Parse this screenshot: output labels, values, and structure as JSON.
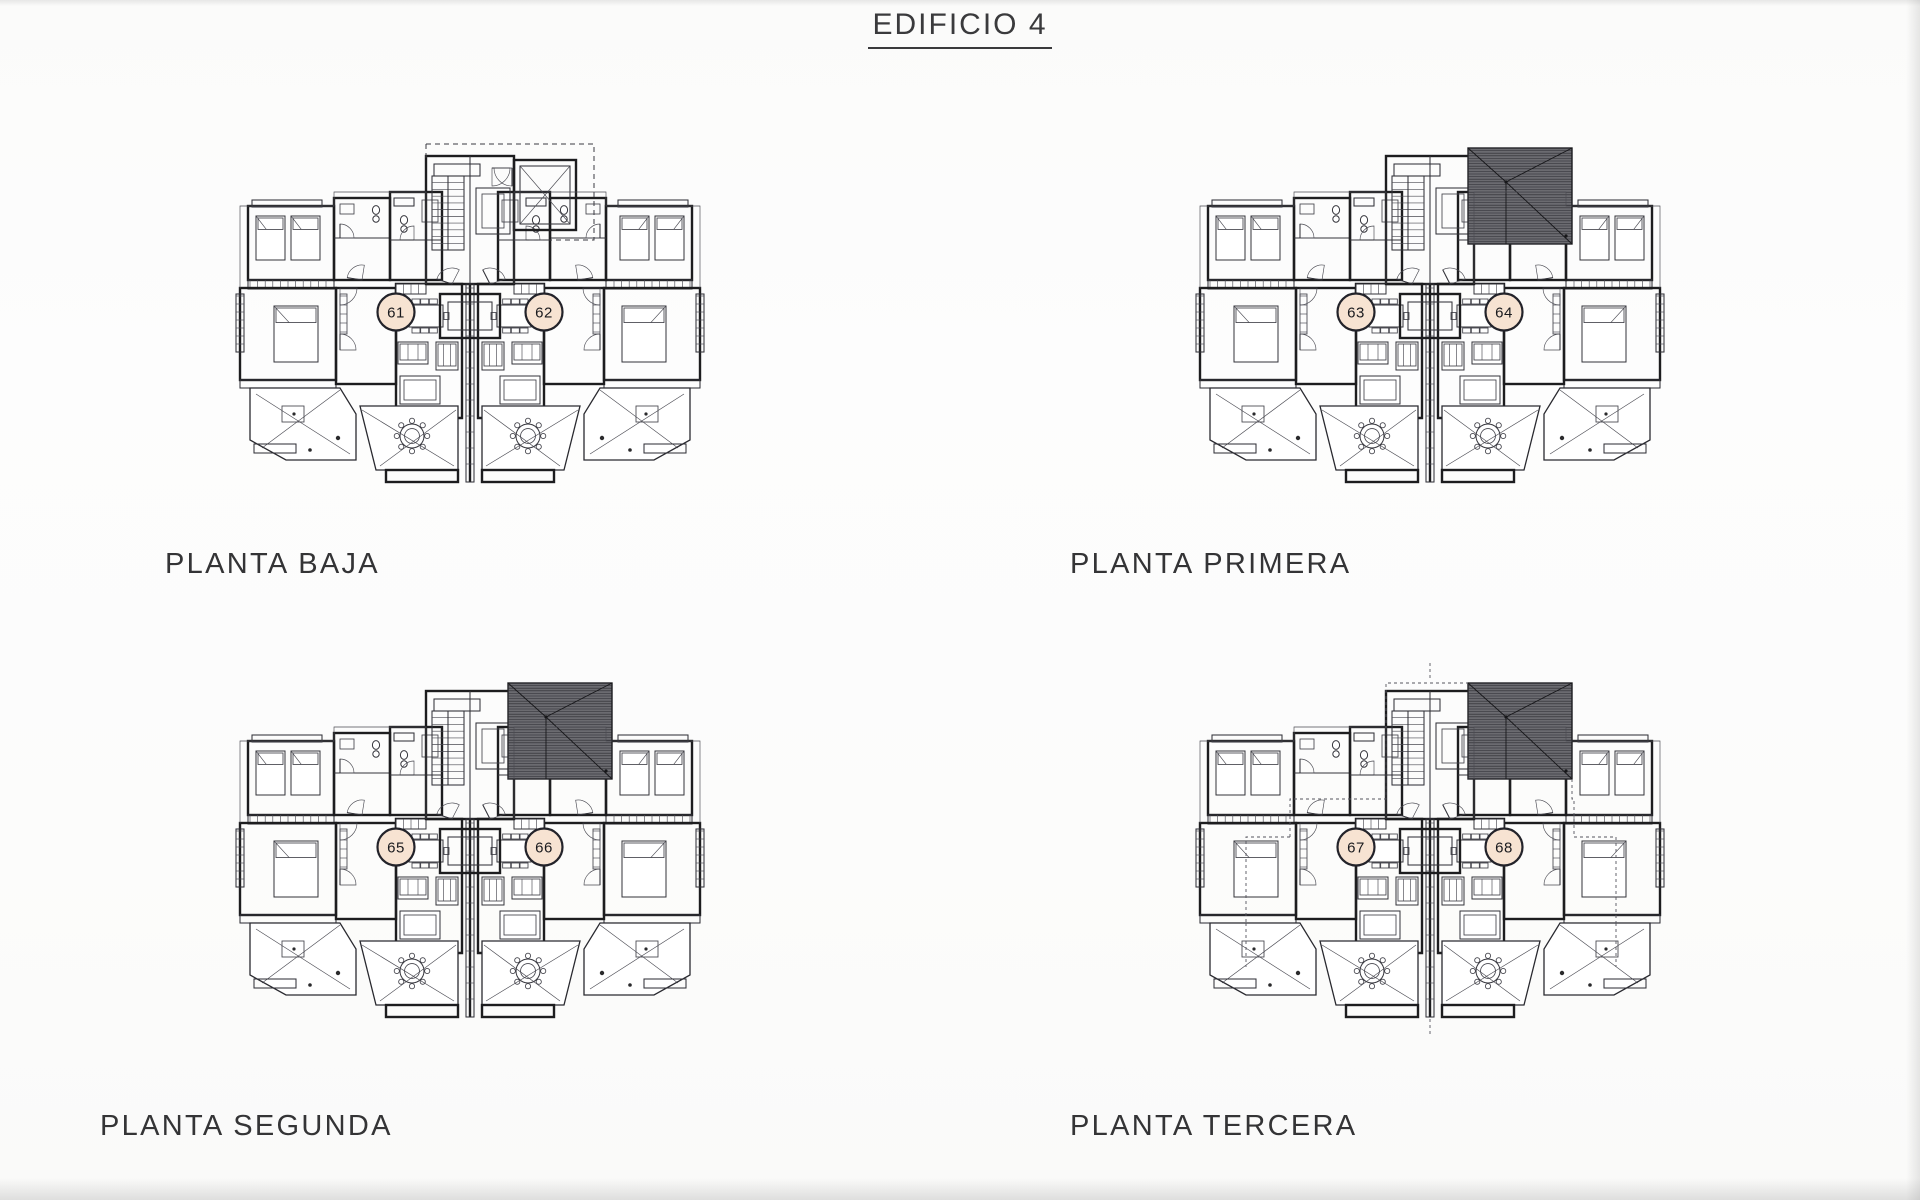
{
  "document": {
    "title": "EDIFICIO  4",
    "type": "architectural-floor-plan-sheet",
    "sheet_background": "#fdfdfc",
    "line_color": "#1d1d1f",
    "marker_fill": "#f7e3d2",
    "marker_stroke": "#23232a",
    "roof_fill": "#6b6b70"
  },
  "plans": [
    {
      "id": "planta-baja",
      "label": "PLANTA  BAJA",
      "units": [
        {
          "number": "61",
          "side": "left"
        },
        {
          "number": "62",
          "side": "right"
        }
      ],
      "has_roof_block": false,
      "has_dashed_outline": false,
      "has_ground_terraces": true
    },
    {
      "id": "planta-primera",
      "label": "PLANTA  PRIMERA",
      "units": [
        {
          "number": "63",
          "side": "left"
        },
        {
          "number": "64",
          "side": "right"
        }
      ],
      "has_roof_block": true,
      "has_dashed_outline": false,
      "has_ground_terraces": true
    },
    {
      "id": "planta-segunda",
      "label": "PLANTA  SEGUNDA",
      "units": [
        {
          "number": "65",
          "side": "left"
        },
        {
          "number": "66",
          "side": "right"
        }
      ],
      "has_roof_block": true,
      "has_dashed_outline": false,
      "has_ground_terraces": true
    },
    {
      "id": "planta-tercera",
      "label": "PLANTA  TERCERA",
      "units": [
        {
          "number": "67",
          "side": "left"
        },
        {
          "number": "68",
          "side": "right"
        }
      ],
      "has_roof_block": true,
      "has_dashed_outline": true,
      "has_ground_terraces": true
    }
  ]
}
